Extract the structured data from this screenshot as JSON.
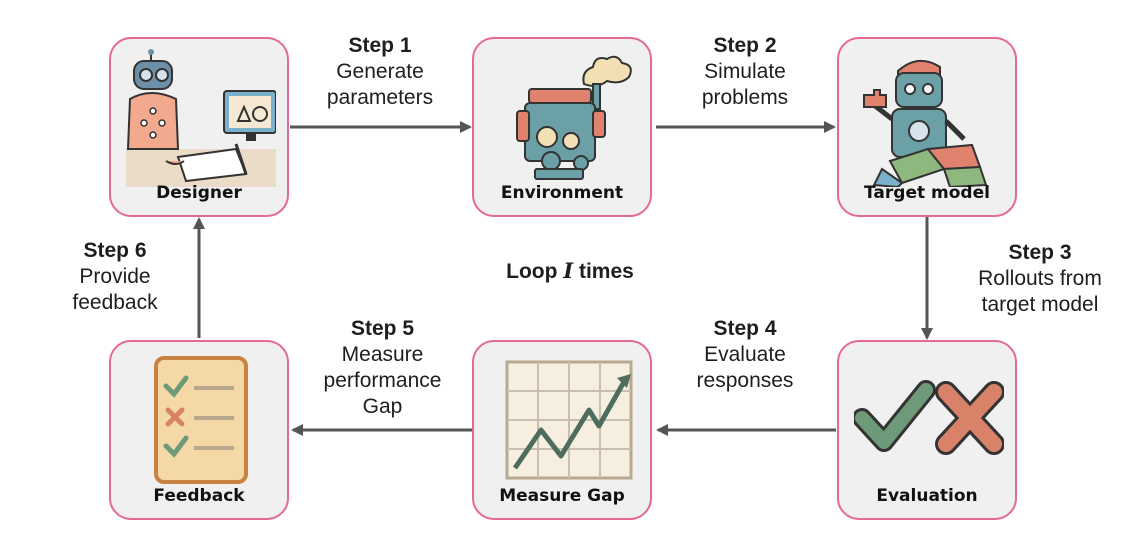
{
  "nodes": {
    "designer": "Designer",
    "environment": "Environment",
    "target_model": "Target model",
    "evaluation": "Evaluation",
    "measure_gap": "Measure Gap",
    "feedback": "Feedback"
  },
  "steps": [
    {
      "title": "Step 1",
      "lines": [
        "Generate",
        "parameters"
      ]
    },
    {
      "title": "Step 2",
      "lines": [
        "Simulate",
        "problems"
      ]
    },
    {
      "title": "Step 3",
      "lines": [
        "Rollouts from",
        "target model"
      ]
    },
    {
      "title": "Step 4",
      "lines": [
        "Evaluate",
        "responses"
      ]
    },
    {
      "title": "Step 5",
      "lines": [
        "Measure",
        "performance",
        "Gap"
      ]
    },
    {
      "title": "Step 6",
      "lines": [
        "Provide",
        "feedback"
      ]
    }
  ],
  "loop": {
    "prefix": "Loop",
    "variable": "I",
    "suffix": "times"
  },
  "colors": {
    "node_border": "#e46a93",
    "node_fill": "#f0f0f0",
    "arrow": "#555555",
    "check": "#6f9a7a",
    "cross": "#d9826a"
  }
}
